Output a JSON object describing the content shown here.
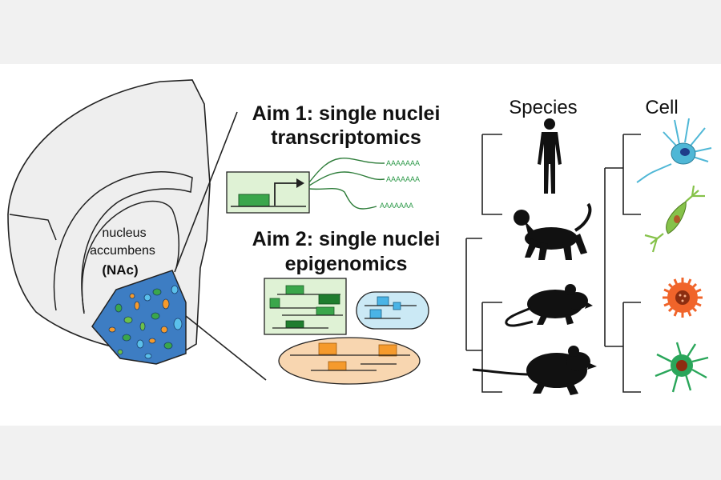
{
  "brain": {
    "region_name_line1": "nucleus",
    "region_name_line2": "accumbens",
    "region_abbrev": "(NAc)"
  },
  "aims": {
    "aim1_line1": "Aim 1: single nuclei",
    "aim1_line2": "transcriptomics",
    "aim2_line1": "Aim 2: single nuclei",
    "aim2_line2": "epigenomics",
    "polya_tail": "AAAAAAA"
  },
  "trees": {
    "species_header": "Species",
    "cell_header": "Cell"
  },
  "species_silhouettes": [
    "human-icon",
    "monkey-icon",
    "mouse-icon",
    "rat-icon"
  ],
  "cell_types": [
    "blue-cell-icon",
    "green-cell-icon",
    "orange-cell-icon",
    "green-star-cell-icon"
  ],
  "colors": {
    "brain_fill": "#eeeeee",
    "nac_fill": "#3d7dc3",
    "transcriptomics_box": "#dff2d5",
    "epigenomics_green_box": "#dff2d5",
    "epigenomics_blue_box": "#cbe9f5",
    "epigenomics_orange_box": "#f8d6b0",
    "read_green": "#3aa64b",
    "read_blue": "#4ab4e6",
    "read_orange": "#f59a2c"
  }
}
